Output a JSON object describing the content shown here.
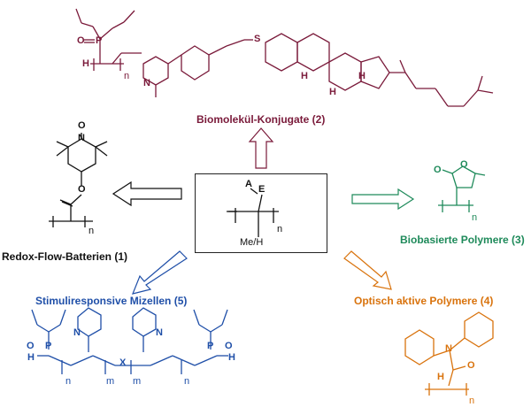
{
  "labels": {
    "biomolecule": "Biomolekül-Konjugate (2)",
    "redox": "Redox-Flow-Batterien (1)",
    "biobased": "Biobasierte Polymere (3)",
    "stimuli": "Stimuliresponsive Mizellen (5)",
    "optical": "Optisch aktive Polymere (4)"
  },
  "atoms": {
    "center_a": "A",
    "center_e": "E",
    "center_meh": "Me/H",
    "center_n": "n",
    "nitroxide_n": "N",
    "nitroxide_o": "O",
    "ester_o": "O",
    "redox_n": "n",
    "biobased_o": "O",
    "biobased_carbonyl_o": "O",
    "biobased_n": "n",
    "bio_p": "P",
    "bio_o": "O",
    "bio_h": "H",
    "bio_n": "n",
    "bio_pyr_n": "N",
    "bio_s": "S",
    "bio_h1": "H",
    "bio_h2": "H",
    "bio_h3": "H",
    "stim_p1": "P",
    "stim_o1": "O",
    "stim_h1": "H",
    "stim_n1": "n",
    "stim_m1": "m",
    "stim_x": "X",
    "stim_m2": "m",
    "stim_n2": "n",
    "stim_p2": "P",
    "stim_o2": "O",
    "stim_h2": "H",
    "stim_pyr_n1": "N",
    "stim_pyr_n2": "N",
    "opt_n": "N",
    "opt_o": "O",
    "opt_h": "H",
    "opt_sub_n": "n"
  },
  "colors": {
    "biomolecule": "#7a1a3a",
    "redox": "#111111",
    "biobased": "#1e8a5a",
    "stimuli": "#1f4fa8",
    "optical": "#d9730d"
  }
}
